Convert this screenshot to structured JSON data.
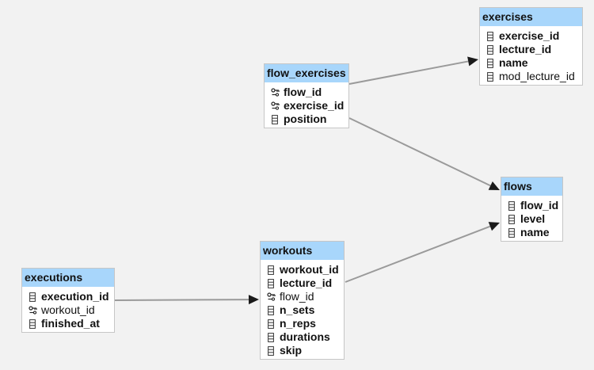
{
  "tables": [
    {
      "key": "exercises",
      "title": "exercises",
      "columns": [
        {
          "name": "exercise_id",
          "icon": "column-icon",
          "bold": true
        },
        {
          "name": "lecture_id",
          "icon": "column-icon",
          "bold": true
        },
        {
          "name": "name",
          "icon": "column-icon",
          "bold": true
        },
        {
          "name": "mod_lecture_id",
          "icon": "column-icon",
          "bold": false
        }
      ]
    },
    {
      "key": "flow_exercises",
      "title": "flow_exercises",
      "columns": [
        {
          "name": "flow_id",
          "icon": "foreign-key-icon",
          "bold": true
        },
        {
          "name": "exercise_id",
          "icon": "foreign-key-icon",
          "bold": true
        },
        {
          "name": "position",
          "icon": "column-icon",
          "bold": true
        }
      ]
    },
    {
      "key": "flows",
      "title": "flows",
      "columns": [
        {
          "name": "flow_id",
          "icon": "column-icon",
          "bold": true
        },
        {
          "name": "level",
          "icon": "column-icon",
          "bold": true
        },
        {
          "name": "name",
          "icon": "column-icon",
          "bold": true
        }
      ]
    },
    {
      "key": "workouts",
      "title": "workouts",
      "columns": [
        {
          "name": "workout_id",
          "icon": "column-icon",
          "bold": true
        },
        {
          "name": "lecture_id",
          "icon": "column-icon",
          "bold": true
        },
        {
          "name": "flow_id",
          "icon": "foreign-key-icon",
          "bold": false
        },
        {
          "name": "n_sets",
          "icon": "column-icon",
          "bold": true
        },
        {
          "name": "n_reps",
          "icon": "column-icon",
          "bold": true
        },
        {
          "name": "durations",
          "icon": "column-icon",
          "bold": true
        },
        {
          "name": "skip",
          "icon": "column-icon",
          "bold": true
        }
      ]
    },
    {
      "key": "executions",
      "title": "executions",
      "columns": [
        {
          "name": "execution_id",
          "icon": "column-icon",
          "bold": true
        },
        {
          "name": "workout_id",
          "icon": "foreign-key-icon",
          "bold": false
        },
        {
          "name": "finished_at",
          "icon": "column-icon",
          "bold": true
        }
      ]
    }
  ],
  "relations": [
    {
      "from": "flow_exercises",
      "to": "exercises"
    },
    {
      "from": "flow_exercises",
      "to": "flows"
    },
    {
      "from": "workouts",
      "to": "flows"
    },
    {
      "from": "executions",
      "to": "workouts"
    }
  ],
  "colors": {
    "background": "#f2f2f2",
    "header": "#a8d6fb",
    "line": "#9a9a9a",
    "arrow": "#1a1a1a"
  }
}
